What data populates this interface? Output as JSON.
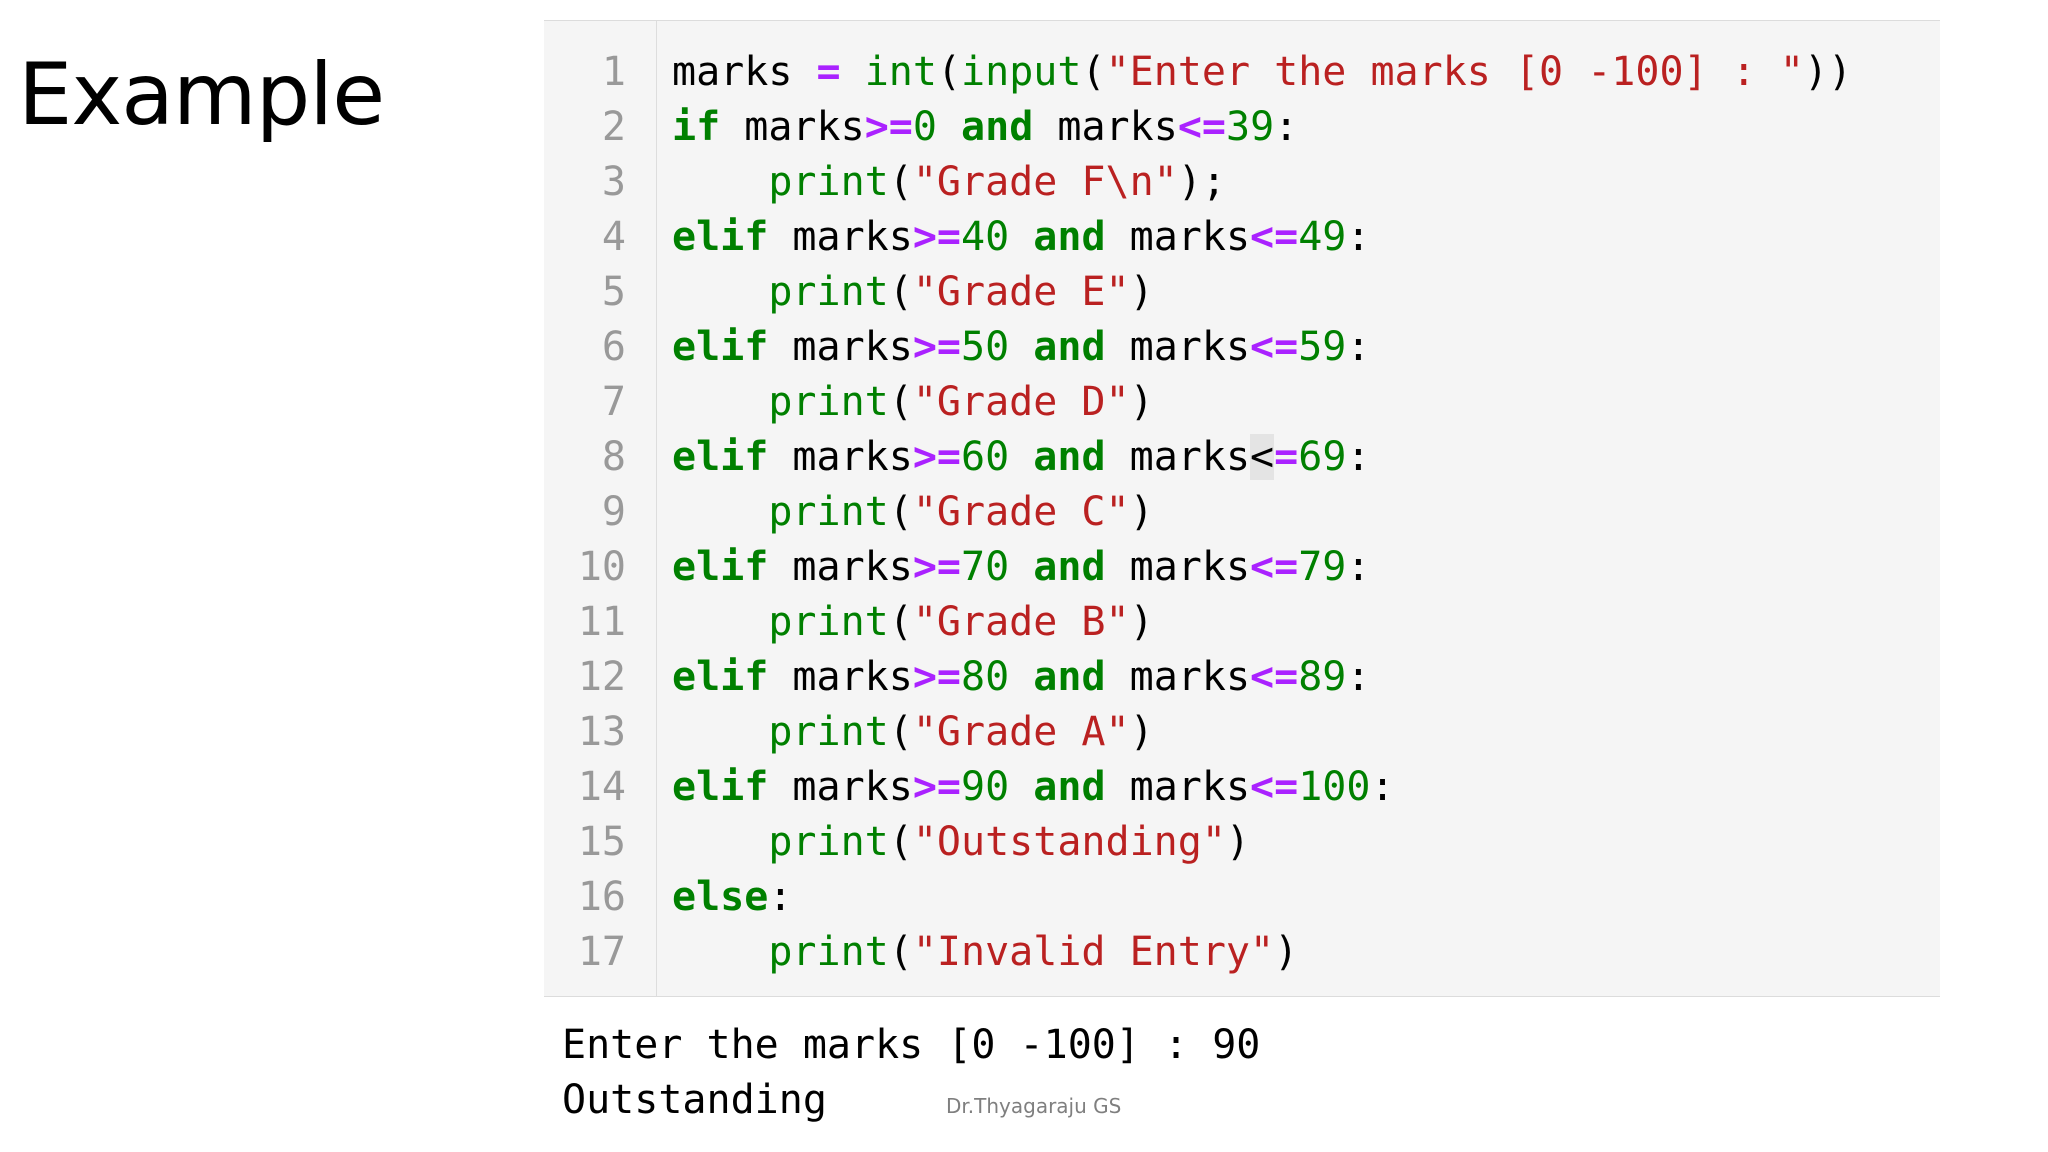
{
  "slide": {
    "title": "Example",
    "credit": "Dr.Thyagaraju GS"
  },
  "code_cell": {
    "line_numbers": [
      "1",
      "2",
      "3",
      "4",
      "5",
      "6",
      "7",
      "8",
      "9",
      "10",
      "11",
      "12",
      "13",
      "14",
      "15",
      "16",
      "17"
    ],
    "lines": [
      [
        [
          "var",
          "marks"
        ],
        [
          "punc",
          " "
        ],
        [
          "op",
          "="
        ],
        [
          "punc",
          " "
        ],
        [
          "bi",
          "int"
        ],
        [
          "punc",
          "("
        ],
        [
          "bi",
          "input"
        ],
        [
          "punc",
          "("
        ],
        [
          "str",
          "\"Enter the marks [0 -100] : \""
        ],
        [
          "punc",
          "))"
        ]
      ],
      [
        [
          "kw",
          "if"
        ],
        [
          "punc",
          " "
        ],
        [
          "var",
          "marks"
        ],
        [
          "op",
          ">="
        ],
        [
          "num",
          "0"
        ],
        [
          "punc",
          " "
        ],
        [
          "kw",
          "and"
        ],
        [
          "punc",
          " "
        ],
        [
          "var",
          "marks"
        ],
        [
          "op",
          "<="
        ],
        [
          "num",
          "39"
        ],
        [
          "punc",
          ":"
        ]
      ],
      [
        [
          "punc",
          "    "
        ],
        [
          "bi",
          "print"
        ],
        [
          "punc",
          "("
        ],
        [
          "str",
          "\"Grade F\\n\""
        ],
        [
          "punc",
          ");"
        ]
      ],
      [
        [
          "kw",
          "elif"
        ],
        [
          "punc",
          " "
        ],
        [
          "var",
          "marks"
        ],
        [
          "op",
          ">="
        ],
        [
          "num",
          "40"
        ],
        [
          "punc",
          " "
        ],
        [
          "kw",
          "and"
        ],
        [
          "punc",
          " "
        ],
        [
          "var",
          "marks"
        ],
        [
          "op",
          "<="
        ],
        [
          "num",
          "49"
        ],
        [
          "punc",
          ":"
        ]
      ],
      [
        [
          "punc",
          "    "
        ],
        [
          "bi",
          "print"
        ],
        [
          "punc",
          "("
        ],
        [
          "str",
          "\"Grade E\""
        ],
        [
          "punc",
          ")"
        ]
      ],
      [
        [
          "kw",
          "elif"
        ],
        [
          "punc",
          " "
        ],
        [
          "var",
          "marks"
        ],
        [
          "op",
          ">="
        ],
        [
          "num",
          "50"
        ],
        [
          "punc",
          " "
        ],
        [
          "kw",
          "and"
        ],
        [
          "punc",
          " "
        ],
        [
          "var",
          "marks"
        ],
        [
          "op",
          "<="
        ],
        [
          "num",
          "59"
        ],
        [
          "punc",
          ":"
        ]
      ],
      [
        [
          "punc",
          "    "
        ],
        [
          "bi",
          "print"
        ],
        [
          "punc",
          "("
        ],
        [
          "str",
          "\"Grade D\""
        ],
        [
          "punc",
          ")"
        ]
      ],
      [
        [
          "kw",
          "elif"
        ],
        [
          "punc",
          " "
        ],
        [
          "var",
          "marks"
        ],
        [
          "op",
          ">="
        ],
        [
          "num",
          "60"
        ],
        [
          "punc",
          " "
        ],
        [
          "kw",
          "and"
        ],
        [
          "punc",
          " "
        ],
        [
          "var",
          "marks"
        ],
        [
          "cursor",
          "<"
        ],
        [
          "op",
          "="
        ],
        [
          "num",
          "69"
        ],
        [
          "punc",
          ":"
        ]
      ],
      [
        [
          "punc",
          "    "
        ],
        [
          "bi",
          "print"
        ],
        [
          "punc",
          "("
        ],
        [
          "str",
          "\"Grade C\""
        ],
        [
          "punc",
          ")"
        ]
      ],
      [
        [
          "kw",
          "elif"
        ],
        [
          "punc",
          " "
        ],
        [
          "var",
          "marks"
        ],
        [
          "op",
          ">="
        ],
        [
          "num",
          "70"
        ],
        [
          "punc",
          " "
        ],
        [
          "kw",
          "and"
        ],
        [
          "punc",
          " "
        ],
        [
          "var",
          "marks"
        ],
        [
          "op",
          "<="
        ],
        [
          "num",
          "79"
        ],
        [
          "punc",
          ":"
        ]
      ],
      [
        [
          "punc",
          "    "
        ],
        [
          "bi",
          "print"
        ],
        [
          "punc",
          "("
        ],
        [
          "str",
          "\"Grade B\""
        ],
        [
          "punc",
          ")"
        ]
      ],
      [
        [
          "kw",
          "elif"
        ],
        [
          "punc",
          " "
        ],
        [
          "var",
          "marks"
        ],
        [
          "op",
          ">="
        ],
        [
          "num",
          "80"
        ],
        [
          "punc",
          " "
        ],
        [
          "kw",
          "and"
        ],
        [
          "punc",
          " "
        ],
        [
          "var",
          "marks"
        ],
        [
          "op",
          "<="
        ],
        [
          "num",
          "89"
        ],
        [
          "punc",
          ":"
        ]
      ],
      [
        [
          "punc",
          "    "
        ],
        [
          "bi",
          "print"
        ],
        [
          "punc",
          "("
        ],
        [
          "str",
          "\"Grade A\""
        ],
        [
          "punc",
          ")"
        ]
      ],
      [
        [
          "kw",
          "elif"
        ],
        [
          "punc",
          " "
        ],
        [
          "var",
          "marks"
        ],
        [
          "op",
          ">="
        ],
        [
          "num",
          "90"
        ],
        [
          "punc",
          " "
        ],
        [
          "kw",
          "and"
        ],
        [
          "punc",
          " "
        ],
        [
          "var",
          "marks"
        ],
        [
          "op",
          "<="
        ],
        [
          "num",
          "100"
        ],
        [
          "punc",
          ":"
        ]
      ],
      [
        [
          "punc",
          "    "
        ],
        [
          "bi",
          "print"
        ],
        [
          "punc",
          "("
        ],
        [
          "str",
          "\"Outstanding\""
        ],
        [
          "punc",
          ")"
        ]
      ],
      [
        [
          "kw",
          "else"
        ],
        [
          "punc",
          ":"
        ]
      ],
      [
        [
          "punc",
          "    "
        ],
        [
          "bi",
          "print"
        ],
        [
          "punc",
          "("
        ],
        [
          "str",
          "\"Invalid Entry\""
        ],
        [
          "punc",
          ")"
        ]
      ]
    ]
  },
  "output": {
    "lines": [
      "Enter the marks [0 -100] : 90",
      "Outstanding"
    ]
  },
  "colors": {
    "keyword": "#008000",
    "builtin": "#008000",
    "operator": "#aa22ff",
    "number": "#008000",
    "string": "#ba2121",
    "cell_background": "#f5f5f5"
  }
}
